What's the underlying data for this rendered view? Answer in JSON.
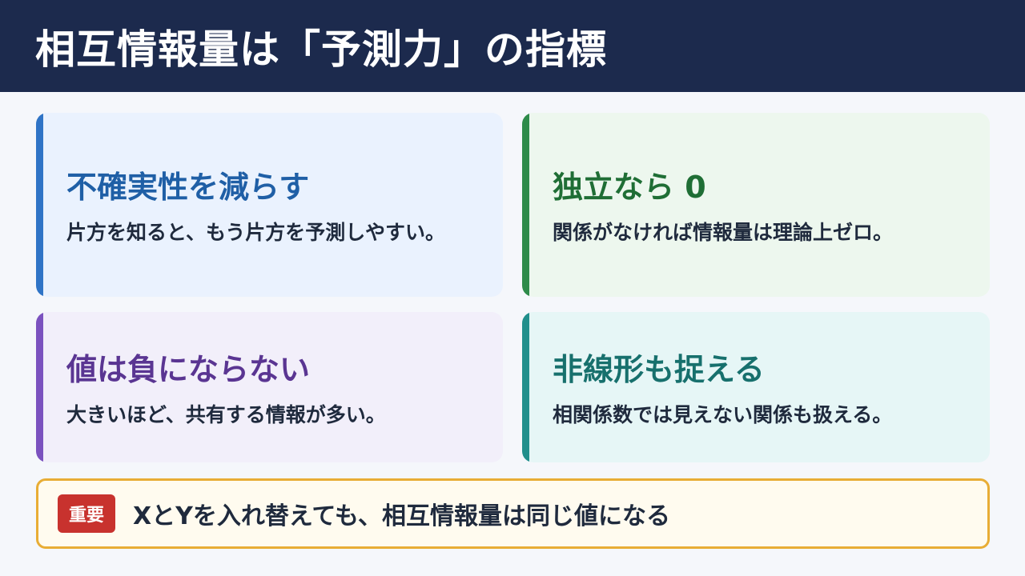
{
  "header": {
    "title": "相互情報量は「予測力」の指標"
  },
  "cards": [
    {
      "title": "不確実性を減らす",
      "body": "片方を知ると、もう片方を予測しやすい。"
    },
    {
      "title": "独立なら 0",
      "body": "関係がなければ情報量は理論上ゼロ。"
    },
    {
      "title": "値は負にならない",
      "body": "大きいほど、共有する情報が多い。"
    },
    {
      "title": "非線形も捉える",
      "body": "相関係数では見えない関係も扱える。"
    }
  ],
  "note": {
    "badge": "重要",
    "text": "XとYを入れ替えても、相互情報量は同じ値になる"
  },
  "colors": {
    "header_bg": "#1c2a4d",
    "blue": "#2f74c6",
    "green": "#2e8b4a",
    "purple": "#7b52bf",
    "teal": "#218f8c",
    "accent_border": "#e8ad35",
    "badge_red": "#c8322e"
  }
}
